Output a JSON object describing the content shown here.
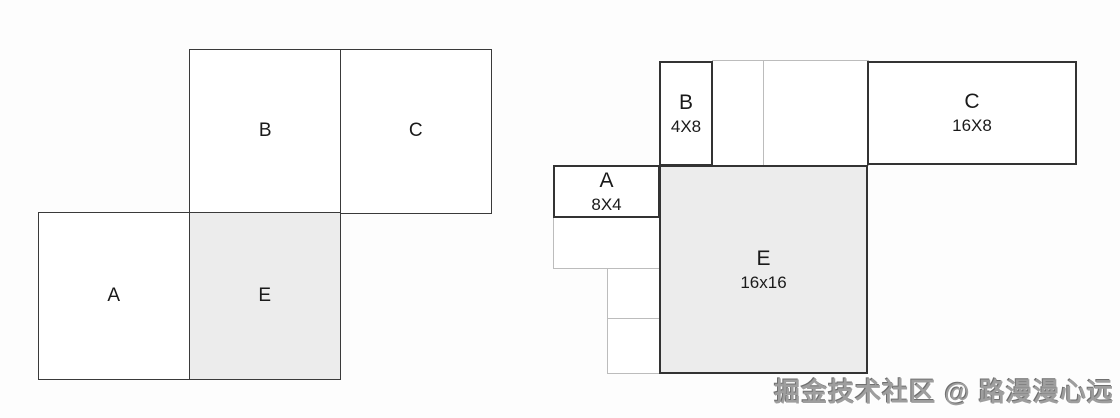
{
  "colors": {
    "border_dark": "#333333",
    "border_left_diagram": "#3a3a3a",
    "border_thin": "#bcbcbc",
    "fill_shaded": "#ececec",
    "fill_white": "#ffffff",
    "label_text": "#1a1a1a",
    "watermark_text": "#9e9e9e"
  },
  "left_diagram": {
    "blocks": {
      "a": {
        "label": "A"
      },
      "b": {
        "label": "B"
      },
      "c": {
        "label": "C"
      },
      "e": {
        "label": "E"
      }
    }
  },
  "right_diagram": {
    "blocks": {
      "a": {
        "label": "A",
        "size": "8X4"
      },
      "b": {
        "label": "B",
        "size": "4X8"
      },
      "c": {
        "label": "C",
        "size": "16X8"
      },
      "e": {
        "label": "E",
        "size": "16x16"
      }
    }
  },
  "watermark": {
    "text": "掘金技术社区 @ 路漫漫心远"
  }
}
